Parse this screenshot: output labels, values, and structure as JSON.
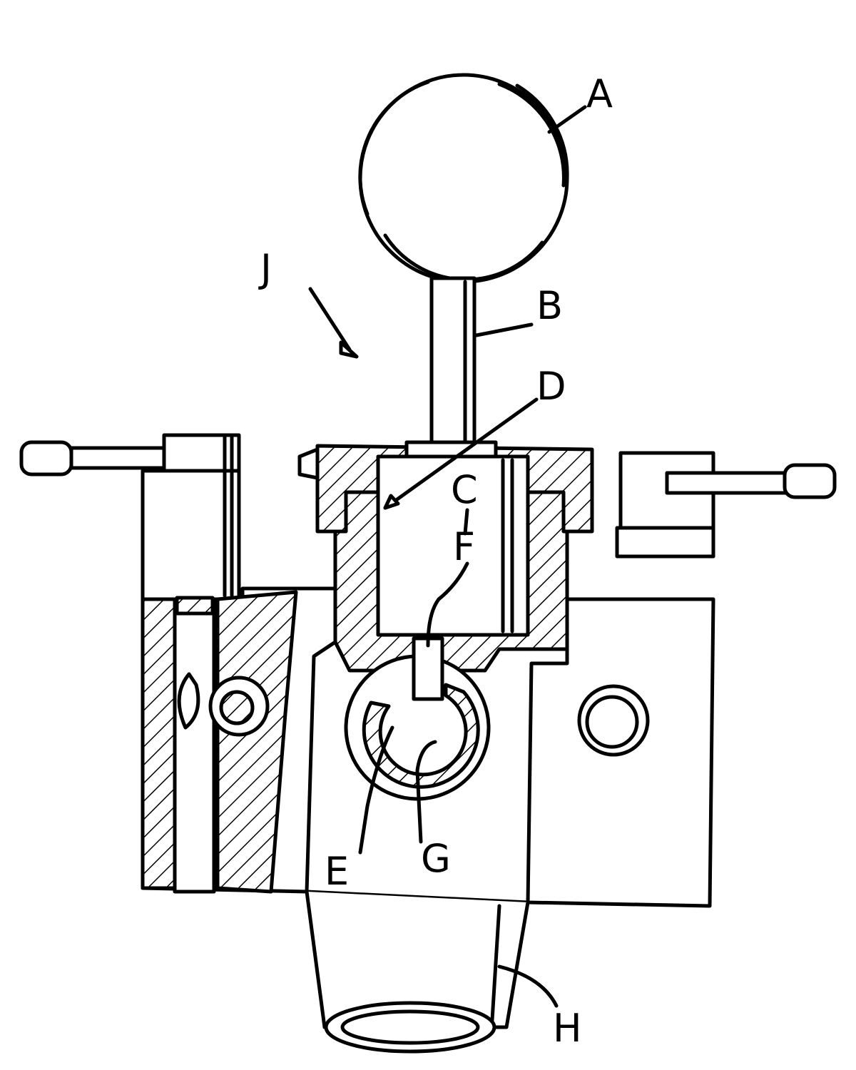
{
  "figure": {
    "labels": {
      "a": "A",
      "b": "B",
      "c": "C",
      "d": "D",
      "e": "E",
      "f": "F",
      "g": "G",
      "h": "H",
      "j": "J"
    }
  }
}
